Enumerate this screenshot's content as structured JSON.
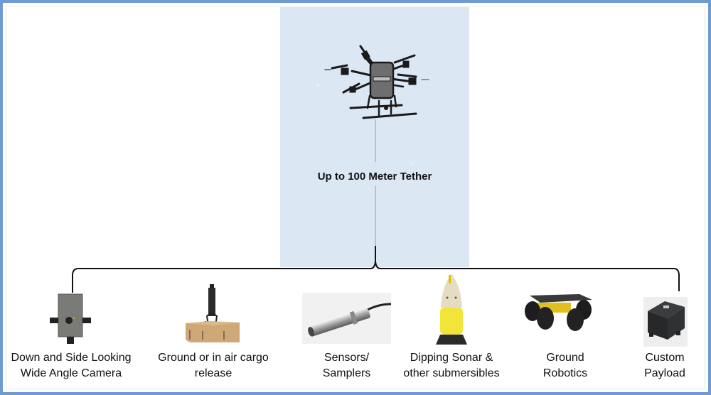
{
  "diagram": {
    "title": "Tethered drone payload options",
    "tether_label": "Up to 100 Meter Tether",
    "drone_icon": "hexacopter-drone-icon",
    "payloads": [
      {
        "id": "camera",
        "icon": "camera-icon",
        "line1": "Down and Side Looking",
        "line2": "Wide Angle Camera"
      },
      {
        "id": "cargo",
        "icon": "cargo-release-icon",
        "line1": "Ground or in air cargo",
        "line2": "release"
      },
      {
        "id": "sensors",
        "icon": "sensor-probe-icon",
        "line1": "Sensors/",
        "line2": "Samplers"
      },
      {
        "id": "sonar",
        "icon": "sonar-icon",
        "line1": "Dipping Sonar &",
        "line2": "other submersibles"
      },
      {
        "id": "robotics",
        "icon": "ground-robot-icon",
        "line1": "Ground",
        "line2": "Robotics"
      },
      {
        "id": "custom",
        "icon": "payload-box-icon",
        "line1": "Custom",
        "line2": "Payload"
      }
    ]
  },
  "colors": {
    "frame_border": "#6f9bd2",
    "sky": "#dce7f4",
    "sonar_yellow": "#f2e53a",
    "robot_yellow": "#e0c020",
    "cardboard": "#cfa877"
  }
}
